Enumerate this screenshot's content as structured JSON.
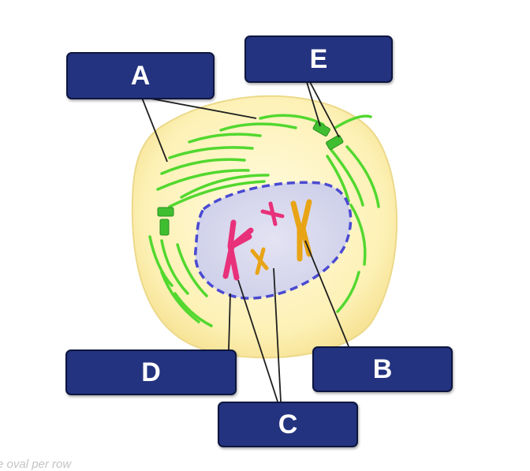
{
  "labels": {
    "a": "A",
    "b": "B",
    "c": "C",
    "d": "D",
    "e": "E"
  },
  "caption": "e oval per row",
  "colors": {
    "label_fill": "#24337f",
    "cytoplasm": "#fdf1b6",
    "nucleus": "#dcdcee",
    "nuclear_envelope": "#4a4ad2",
    "spindle_fibers": "#52d82f",
    "centrosome": "#3fbf2f",
    "chromosome_pink": "#e8317a",
    "chromosome_orange": "#e8a416"
  }
}
